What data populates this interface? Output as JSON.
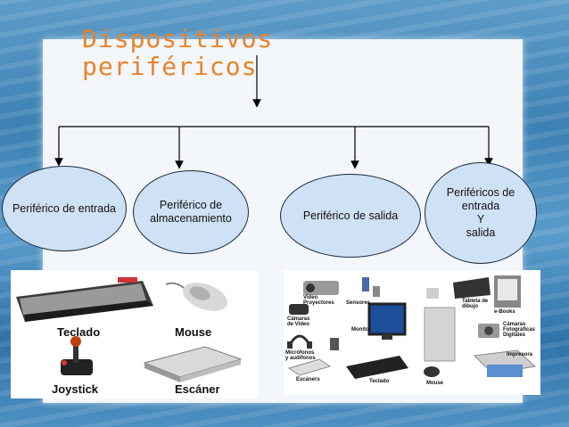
{
  "title": {
    "line1": "Dispositivos",
    "line2": "periféricos"
  },
  "nodes": {
    "entrada": "Periférico de entrada",
    "almacenamiento": "Periférico de\nalmacenamiento",
    "salida": "Periférico de salida",
    "entrada_salida": "Periféricos de\nentrada\nY\nsalida"
  },
  "left_image": {
    "labels": {
      "teclado": "Teclado",
      "mouse": "Mouse",
      "joystick": "Joystick",
      "escaner": "Escáner"
    }
  },
  "right_image": {
    "labels": {
      "video": "Video\nProyectores",
      "sensores": "Sensores",
      "camaras_video": "Cámaras\nde Video",
      "monitor": "Monitor",
      "micro": "Micrófonos\ny audífonos",
      "escaners": "Escáners",
      "teclado": "Teclado",
      "mouse": "Mouse",
      "impresora": "Impresora",
      "ebooks": "e-Books",
      "camaras_foto": "Cámaras\nFotográficas\nDigitales",
      "tableta": "Tableta de\ndibujo"
    }
  },
  "colors": {
    "title": "#e8832a",
    "node_fill": "#cfe1f4",
    "line": "#000000"
  }
}
